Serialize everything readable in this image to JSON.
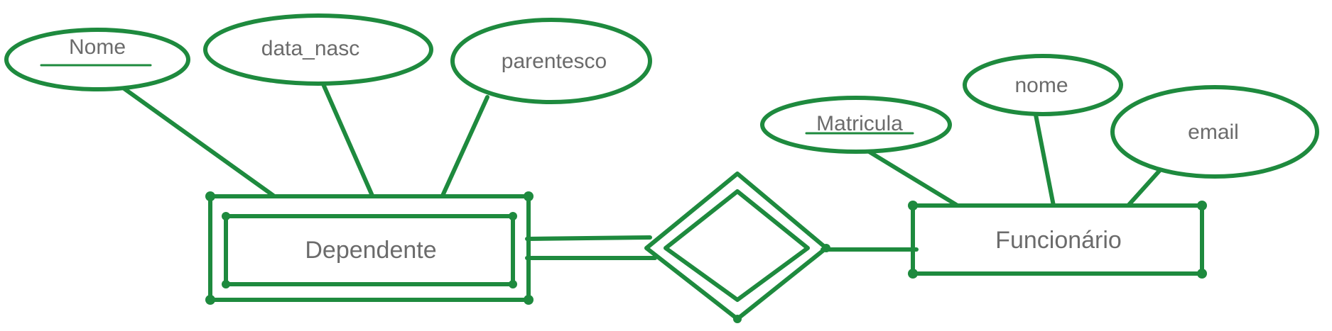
{
  "diagram": {
    "stroke_color": "#1e8a3e",
    "text_color": "#6b6b6b",
    "entities": {
      "dependente": {
        "label": "Dependente",
        "weak": true,
        "attributes": [
          {
            "label": "Nome",
            "key": true
          },
          {
            "label": "data_nasc",
            "key": false
          },
          {
            "label": "parentesco",
            "key": false
          }
        ]
      },
      "funcionario": {
        "label": "Funcionário",
        "weak": false,
        "attributes": [
          {
            "label": "Matricula",
            "key": true
          },
          {
            "label": "nome",
            "key": false
          },
          {
            "label": "email",
            "key": false
          }
        ]
      }
    },
    "relationship": {
      "label": "",
      "identifying": true,
      "participation_dependente": "total",
      "participation_funcionario": "partial"
    }
  }
}
